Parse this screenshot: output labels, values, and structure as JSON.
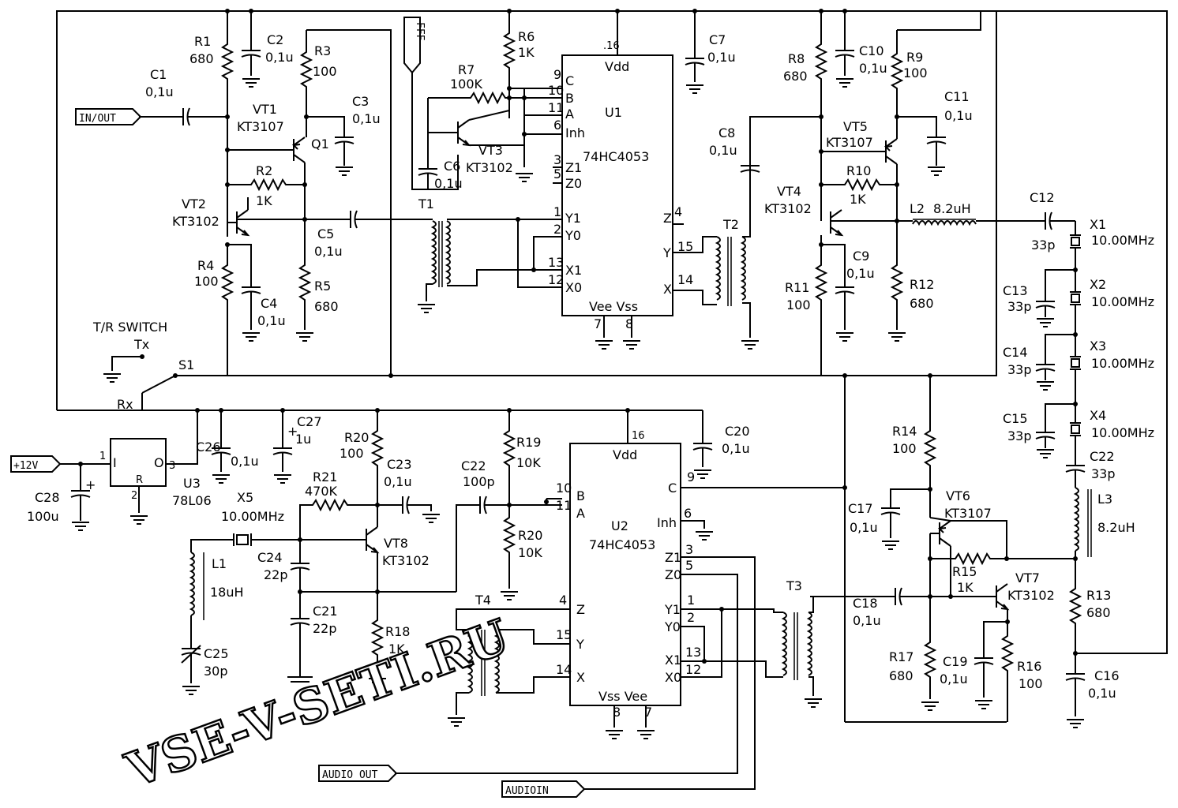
{
  "watermark": "VSE-V-SETI.RU",
  "ports": {
    "in_out": "IN/OUT",
    "fff": "FFF",
    "supply": "+12V",
    "audio_out": "AUDIO OUT",
    "audio_in": "AUDIOIN"
  },
  "switch": {
    "title": "T/R SWITCH",
    "tx": "Tx",
    "rx": "Rx",
    "ref": "S1"
  },
  "regulator": {
    "ref": "U3",
    "part": "78L06",
    "pin_in": "I",
    "pin_out": "O",
    "pin_gnd": "R",
    "n1": "1",
    "n2": "2",
    "n3": "3"
  },
  "ics": {
    "u1": {
      "ref": "U1",
      "part": "74HC4053",
      "vdd": "Vdd",
      "vee_vss": "Vee Vss",
      "vdd_pin": ".16",
      "pins": [
        "9",
        "C",
        "10",
        "B",
        "11",
        "A",
        "6",
        "Inh",
        "3",
        "Z1",
        "5",
        "Z0",
        "1",
        "Y1",
        "2",
        "Y0",
        "13",
        "X1",
        "12",
        "X0",
        "7",
        "8",
        "Z",
        "4",
        "15",
        "Y",
        "14",
        "X"
      ]
    },
    "u2": {
      "ref": "U2",
      "part": "74HC4053",
      "vdd": "Vdd",
      "vss_vee": "Vss Vee",
      "vdd_pin": "16",
      "pins": [
        "10",
        "B",
        "11",
        "A",
        "4",
        "Z",
        "15",
        "Y",
        "14",
        "X",
        "8",
        "7",
        "C",
        "9",
        "Inh",
        "6",
        "Z1",
        "3",
        "Z0",
        "5",
        "Y1",
        "1",
        "Y0",
        "2",
        "X1",
        "13",
        "X0",
        "12"
      ]
    }
  },
  "transistors": [
    {
      "ref": "VT1",
      "part": "KT3107"
    },
    {
      "ref": "VT2",
      "part": "KT3102"
    },
    {
      "ref": "VT3",
      "part": "KT3102"
    },
    {
      "ref": "VT4",
      "part": "KT3102"
    },
    {
      "ref": "VT5",
      "part": "KT3107"
    },
    {
      "ref": "VT6",
      "part": "KT3107"
    },
    {
      "ref": "VT7",
      "part": "KT3102"
    },
    {
      "ref": "VT8",
      "part": "KT3102"
    }
  ],
  "q1": "Q1",
  "resistors": [
    {
      "ref": "R1",
      "value": "680"
    },
    {
      "ref": "R2",
      "value": "1K"
    },
    {
      "ref": "R3",
      "value": "100"
    },
    {
      "ref": "R4",
      "value": "100"
    },
    {
      "ref": "R5",
      "value": "680"
    },
    {
      "ref": "R6",
      "value": "1K"
    },
    {
      "ref": "R7",
      "value": "100K"
    },
    {
      "ref": "R8",
      "value": "680"
    },
    {
      "ref": "R9",
      "value": "100"
    },
    {
      "ref": "R10",
      "value": "1K"
    },
    {
      "ref": "R11",
      "value": "100"
    },
    {
      "ref": "R12",
      "value": "680"
    },
    {
      "ref": "R13",
      "value": "680"
    },
    {
      "ref": "R14",
      "value": "100"
    },
    {
      "ref": "R15",
      "value": "1K"
    },
    {
      "ref": "R16",
      "value": "100"
    },
    {
      "ref": "R17",
      "value": "680"
    },
    {
      "ref": "R18",
      "value": "1K"
    },
    {
      "ref": "R19",
      "value": "10K"
    },
    {
      "ref": "R20",
      "value": "100"
    },
    {
      "ref": "R20",
      "value": "10K"
    },
    {
      "ref": "R21",
      "value": "470K"
    }
  ],
  "capacitors": [
    {
      "ref": "C1",
      "value": "0,1u"
    },
    {
      "ref": "C2",
      "value": "0,1u"
    },
    {
      "ref": "C3",
      "value": "0,1u"
    },
    {
      "ref": "C4",
      "value": "0,1u"
    },
    {
      "ref": "C5",
      "value": "0,1u"
    },
    {
      "ref": "C6",
      "value": "0,1u"
    },
    {
      "ref": "C7",
      "value": "0,1u"
    },
    {
      "ref": "C8",
      "value": "0,1u"
    },
    {
      "ref": "C9",
      "value": "0,1u"
    },
    {
      "ref": "C10",
      "value": "0,1u"
    },
    {
      "ref": "C11",
      "value": "0,1u"
    },
    {
      "ref": "C12",
      "value": "33p"
    },
    {
      "ref": "C13",
      "value": "33p"
    },
    {
      "ref": "C14",
      "value": "33p"
    },
    {
      "ref": "C15",
      "value": "33p"
    },
    {
      "ref": "C16",
      "value": "0,1u"
    },
    {
      "ref": "C17",
      "value": "0,1u"
    },
    {
      "ref": "C18",
      "value": "0,1u"
    },
    {
      "ref": "C19",
      "value": "0,1u"
    },
    {
      "ref": "C20",
      "value": "0,1u"
    },
    {
      "ref": "C21",
      "value": "22p"
    },
    {
      "ref": "C22",
      "value": "100p"
    },
    {
      "ref": "C22",
      "value": "33p"
    },
    {
      "ref": "C23",
      "value": "0,1u"
    },
    {
      "ref": "C24",
      "value": "22p"
    },
    {
      "ref": "C25",
      "value": "30p"
    },
    {
      "ref": "C26",
      "value": "0,1u"
    },
    {
      "ref": "C27",
      "value": "1u"
    },
    {
      "ref": "C28",
      "value": "100u"
    }
  ],
  "inductors": [
    {
      "ref": "L1",
      "value": "18uH"
    },
    {
      "ref": "L2",
      "value": "8.2uH"
    },
    {
      "ref": "L3",
      "value": "8.2uH"
    }
  ],
  "crystals": [
    {
      "ref": "X1",
      "value": "10.00MHz"
    },
    {
      "ref": "X2",
      "value": "10.00MHz"
    },
    {
      "ref": "X3",
      "value": "10.00MHz"
    },
    {
      "ref": "X4",
      "value": "10.00MHz"
    },
    {
      "ref": "X5",
      "value": "10.00MHz"
    }
  ],
  "transformers": [
    "T1",
    "T2",
    "T3",
    "T4"
  ]
}
